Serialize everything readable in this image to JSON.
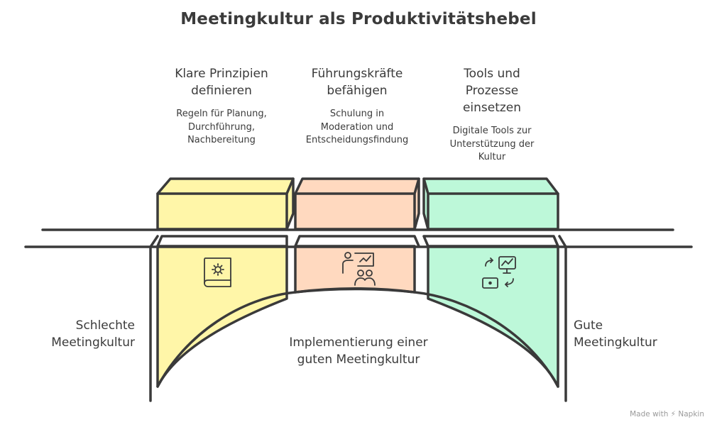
{
  "title": "Meetingkultur als Produktivitätshebel",
  "pillars": [
    {
      "heading": "Klare Prinzipien definieren",
      "heading_lines": [
        "Klare Prinzipien",
        "definieren"
      ],
      "description_lines": [
        "Regeln für Planung,",
        "Durchführung,",
        "Nachbereitung"
      ],
      "icon": "book-gear-icon",
      "color": "#fff6a8"
    },
    {
      "heading": "Führungskräfte befähigen",
      "heading_lines": [
        "Führungskräfte",
        "befähigen"
      ],
      "description_lines": [
        "Schulung in",
        "Moderation und",
        "Entscheidungsfindung"
      ],
      "icon": "presenter-team-icon",
      "color": "#ffd9bf"
    },
    {
      "heading": "Tools und Prozesse einsetzen",
      "heading_lines": [
        "Tools und",
        "Prozesse",
        "einsetzen"
      ],
      "description_lines": [
        "Digitale Tools zur",
        "Unterstützung der",
        "Kultur"
      ],
      "icon": "devices-sync-icon",
      "color": "#bdf8d9"
    }
  ],
  "left_label_lines": [
    "Schlechte",
    "Meetingkultur"
  ],
  "right_label_lines": [
    "Gute",
    "Meetingkultur"
  ],
  "center_label_lines": [
    "Implementierung einer",
    "guten Meetingkultur"
  ],
  "watermark": "Made with ⚡ Napkin"
}
